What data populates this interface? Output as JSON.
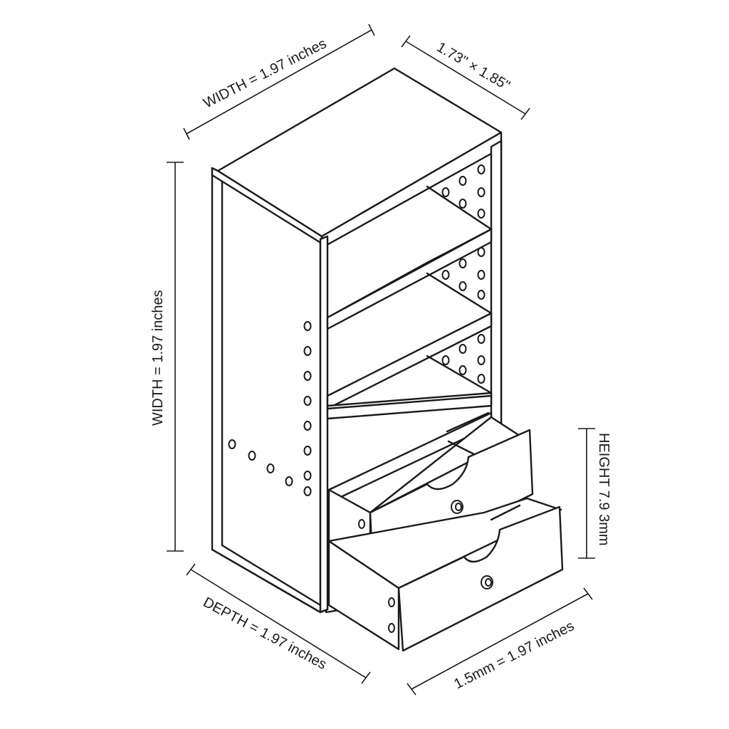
{
  "dimensions": {
    "top_width": "WIDTH = 1.97 inches",
    "top_right": "1.73\" × 1.85\"",
    "left_height": "WIDTH = 1.97 inches",
    "right_height": "HEIGHT 7.9 3mm",
    "bottom_depth": "DEPTH = 1.97 inches",
    "bottom_right": "1.5mm = 1.97 inches"
  }
}
